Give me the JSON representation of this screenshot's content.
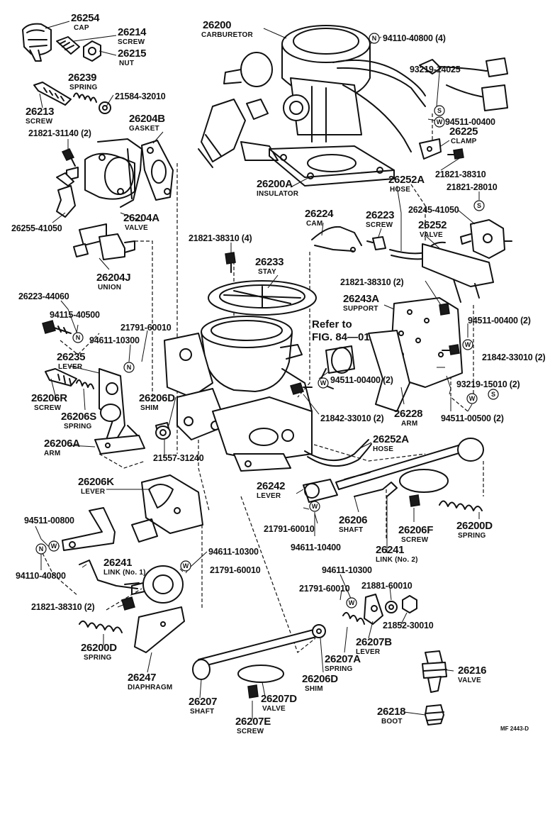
{
  "callouts": [
    {
      "id": "c26254",
      "part_no": "26254",
      "name": "CAP"
    },
    {
      "id": "c26214",
      "part_no": "26214",
      "name": "SCREW"
    },
    {
      "id": "c26215",
      "part_no": "26215",
      "name": "NUT"
    },
    {
      "id": "c26239",
      "part_no": "26239",
      "name": "SPRING"
    },
    {
      "id": "c21584",
      "part_no": "21584-32010",
      "name": ""
    },
    {
      "id": "c26213",
      "part_no": "26213",
      "name": "SCREW"
    },
    {
      "id": "c26204B",
      "part_no": "26204B",
      "name": "GASKET"
    },
    {
      "id": "c21821_31140",
      "part_no": "21821-31140 (2)",
      "name": ""
    },
    {
      "id": "c26255",
      "part_no": "26255-41050",
      "name": ""
    },
    {
      "id": "c26204A",
      "part_no": "26204A",
      "name": "VALVE"
    },
    {
      "id": "c26204J",
      "part_no": "26204J",
      "name": "UNION"
    },
    {
      "id": "c26200",
      "part_no": "26200",
      "name": "CARBURETOR"
    },
    {
      "id": "c94110_top",
      "part_no": "94110-40800 (4)",
      "name": ""
    },
    {
      "id": "c93219_14025",
      "part_no": "93219-14025",
      "name": ""
    },
    {
      "id": "c94511_top",
      "part_no": "94511-00400",
      "name": ""
    },
    {
      "id": "c26225",
      "part_no": "26225",
      "name": "CLAMP"
    },
    {
      "id": "c21821_38310_a",
      "part_no": "21821-38310",
      "name": ""
    },
    {
      "id": "c26200A",
      "part_no": "26200A",
      "name": "INSULATOR"
    },
    {
      "id": "c26252A_top",
      "part_no": "26252A",
      "name": "HOSE"
    },
    {
      "id": "c21821_28010",
      "part_no": "21821-28010",
      "name": ""
    },
    {
      "id": "c26245",
      "part_no": "26245-41050",
      "name": ""
    },
    {
      "id": "c26224",
      "part_no": "26224",
      "name": "CAM"
    },
    {
      "id": "c26223",
      "part_no": "26223",
      "name": "SCREW"
    },
    {
      "id": "c26252",
      "part_no": "26252",
      "name": "VALVE"
    },
    {
      "id": "c21821_38310_4",
      "part_no": "21821-38310 (4)",
      "name": ""
    },
    {
      "id": "c26233",
      "part_no": "26233",
      "name": "STAY"
    },
    {
      "id": "c21821_38310_2a",
      "part_no": "21821-38310 (2)",
      "name": ""
    },
    {
      "id": "c26243A",
      "part_no": "26243A",
      "name": "SUPPORT"
    },
    {
      "id": "c26223_44060",
      "part_no": "26223-44060",
      "name": ""
    },
    {
      "id": "c94115",
      "part_no": "94115-40500",
      "name": ""
    },
    {
      "id": "c21791_a",
      "part_no": "21791-60010",
      "name": ""
    },
    {
      "id": "c94611_a",
      "part_no": "94611-10300",
      "name": ""
    },
    {
      "id": "c94511_2a",
      "part_no": "94511-00400 (2)",
      "name": ""
    },
    {
      "id": "c21842_a",
      "part_no": "21842-33010 (2)",
      "name": ""
    },
    {
      "id": "c26235",
      "part_no": "26235",
      "name": "LEVER"
    },
    {
      "id": "c26206R",
      "part_no": "26206R",
      "name": "SCREW"
    },
    {
      "id": "c26206S",
      "part_no": "26206S",
      "name": "SPRING"
    },
    {
      "id": "c26206D_a",
      "part_no": "26206D",
      "name": "SHIM"
    },
    {
      "id": "c94511_2b",
      "part_no": "94511-00400 (2)",
      "name": ""
    },
    {
      "id": "c93219_15010",
      "part_no": "93219-15010 (2)",
      "name": ""
    },
    {
      "id": "c21842_b",
      "part_no": "21842-33010 (2)",
      "name": ""
    },
    {
      "id": "c26228",
      "part_no": "26228",
      "name": "ARM"
    },
    {
      "id": "c94511_00500",
      "part_no": "94511-00500 (2)",
      "name": ""
    },
    {
      "id": "c26206A",
      "part_no": "26206A",
      "name": "ARM"
    },
    {
      "id": "c21557",
      "part_no": "21557-31240",
      "name": ""
    },
    {
      "id": "c26252A_mid",
      "part_no": "26252A",
      "name": "HOSE"
    },
    {
      "id": "c26206K",
      "part_no": "26206K",
      "name": "LEVER"
    },
    {
      "id": "c26242",
      "part_no": "26242",
      "name": "LEVER"
    },
    {
      "id": "c94511_00800",
      "part_no": "94511-00800",
      "name": ""
    },
    {
      "id": "c21791_b",
      "part_no": "21791-60010",
      "name": ""
    },
    {
      "id": "c26206",
      "part_no": "26206",
      "name": "SHAFT"
    },
    {
      "id": "c26206F",
      "part_no": "26206F",
      "name": "SCREW"
    },
    {
      "id": "c26200D_a",
      "part_no": "26200D",
      "name": "SPRING"
    },
    {
      "id": "c94611_10400",
      "part_no": "94611-10400",
      "name": ""
    },
    {
      "id": "c94110_bot",
      "part_no": "94110-40800",
      "name": ""
    },
    {
      "id": "c26241_a",
      "part_no": "26241",
      "name": "LINK (No. 1)"
    },
    {
      "id": "c94611_b",
      "part_no": "94611-10300",
      "name": ""
    },
    {
      "id": "c21791_c",
      "part_no": "21791-60010",
      "name": ""
    },
    {
      "id": "c26241_b",
      "part_no": "26241",
      "name": "LINK (No. 2)"
    },
    {
      "id": "c94611_c",
      "part_no": "94611-10300",
      "name": ""
    },
    {
      "id": "c21791_d",
      "part_no": "21791-60010",
      "name": ""
    },
    {
      "id": "c21881",
      "part_no": "21881-60010",
      "name": ""
    },
    {
      "id": "c21821_38310_2b",
      "part_no": "21821-38310 (2)",
      "name": ""
    },
    {
      "id": "c21852",
      "part_no": "21852-30010",
      "name": ""
    },
    {
      "id": "c26207B",
      "part_no": "26207B",
      "name": "LEVER"
    },
    {
      "id": "c26200D_b",
      "part_no": "26200D",
      "name": "SPRING"
    },
    {
      "id": "c26207A",
      "part_no": "26207A",
      "name": "SPRING"
    },
    {
      "id": "c26216",
      "part_no": "26216",
      "name": "VALVE"
    },
    {
      "id": "c26247",
      "part_no": "26247",
      "name": "DIAPHRAGM"
    },
    {
      "id": "c26206D_b",
      "part_no": "26206D",
      "name": "SHIM"
    },
    {
      "id": "c26207",
      "part_no": "26207",
      "name": "SHAFT"
    },
    {
      "id": "c26207D",
      "part_no": "26207D",
      "name": "VALVE"
    },
    {
      "id": "c26218",
      "part_no": "26218",
      "name": "BOOT"
    },
    {
      "id": "c26207E",
      "part_no": "26207E",
      "name": "SCREW"
    }
  ],
  "reference": {
    "line1": "Refer to",
    "line2": "FIG. 84—01"
  },
  "figure_code": "MF 2443-D",
  "symbols": {
    "nut": "N",
    "washer": "W",
    "spring_washer": "S"
  }
}
